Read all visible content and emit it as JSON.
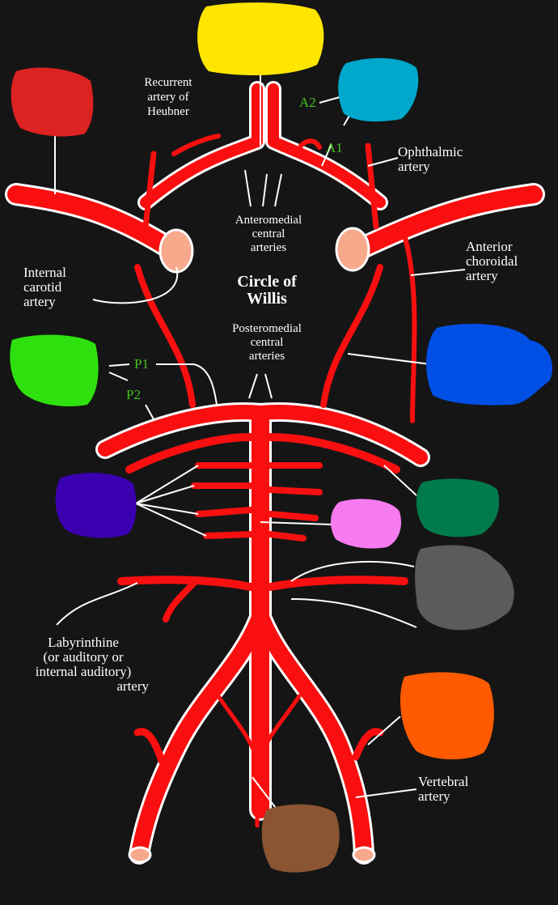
{
  "title": [
    "Circle of",
    "Willis"
  ],
  "labels": {
    "heubner": [
      "Recurrent",
      "artery of",
      "Heubner"
    ],
    "anteromedial": [
      "Anteromedial",
      "central",
      "arteries"
    ],
    "posteromedial": [
      "Posteromedial",
      "central",
      "arteries"
    ],
    "ophthalmic": [
      "Ophthalmic",
      "artery"
    ],
    "anterior_choroidal": [
      "Anterior",
      "choroidal",
      "artery"
    ],
    "internal_carotid": [
      "Internal",
      "carotid",
      "artery"
    ],
    "labyrinthine": [
      "Labyrinthine",
      "(or auditory or",
      "internal auditory)",
      "artery"
    ],
    "vertebral": [
      "Vertebral",
      "artery"
    ],
    "a1": "A1",
    "a2": "A2",
    "p1": "P1",
    "p2": "P2"
  },
  "colors": {
    "background": "#151515",
    "artery": "#f90f0f",
    "artery_edge": "#ffffff",
    "lumen": "#f7a98c",
    "segment_label": "#44c21e",
    "blot_yellow": "#ffe600",
    "blot_teal": "#00a8cc",
    "blot_red": "#dd2222",
    "blot_green": "#2ee10e",
    "blot_blue": "#0050e6",
    "blot_purple": "#3b00b0",
    "blot_pink": "#f67af0",
    "blot_darkgreen": "#007a4b",
    "blot_gray": "#5b5b5b",
    "blot_orange": "#ff5a00",
    "blot_brown": "#8a5530"
  }
}
